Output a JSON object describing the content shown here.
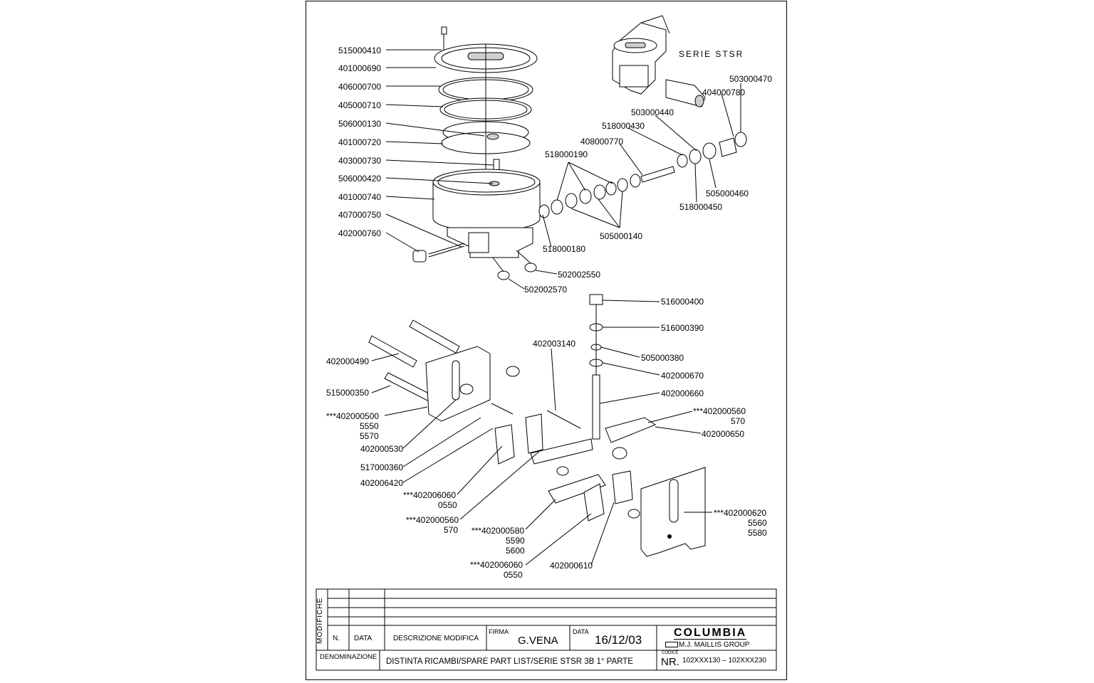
{
  "drawing": {
    "series_title": "SERIE STSR",
    "callouts": {
      "p515000410": "515000410",
      "p401000690": "401000690",
      "p406000700": "406000700",
      "p405000710": "405000710",
      "p506000130": "506000130",
      "p401000720": "401000720",
      "p403000730": "403000730",
      "p506000420": "506000420",
      "p401000740": "401000740",
      "p407000750": "407000750",
      "p402000760": "402000760",
      "p518000180": "518000180",
      "p502002550": "502002550",
      "p502002570": "502002570",
      "p518000190": "518000190",
      "p408000770": "408000770",
      "p518000430": "518000430",
      "p503000440": "503000440",
      "p404000780": "404000780",
      "p503000470": "503000470",
      "p505000460": "505000460",
      "p518000450": "518000450",
      "p505000140": "505000140",
      "p516000400": "516000400",
      "p516000390": "516000390",
      "p505000380": "505000380",
      "p402000670": "402000670",
      "p402000660": "402000660",
      "p402003140": "402003140",
      "p402000490": "402000490",
      "p515000350": "515000350",
      "p402000500": "***402000500",
      "p402000500_a": "5550",
      "p402000500_b": "5570",
      "p402000530": "402000530",
      "p517000360": "517000360",
      "p402006420": "402006420",
      "p402006060a": "***402006060",
      "p402006060a_b": "0550",
      "p402000560a": "***402000560",
      "p402000560a_b": "570",
      "p402000580": "***402000580",
      "p402000580_a": "5590",
      "p402000580_b": "5600",
      "p402006060b": "***402006060",
      "p402006060b_b": "0550",
      "p402000610": "402000610",
      "p402000560b": "***402000560",
      "p402000560b_b": "570",
      "p402000650": "402000650",
      "p402000620": "***402000620",
      "p402000620_a": "5560",
      "p402000620_b": "5580"
    }
  },
  "title_block": {
    "modifiche": "MODIFICHE",
    "col_n": "N.",
    "col_data": "DATA",
    "col_descr": "DESCRIZIONE MODIFICA",
    "firma_label": "FIRMA",
    "firma_value": "G.VENA",
    "data_label": "DATA",
    "data_value": "16/12/03",
    "company": "COLUMBIA",
    "group": "M.J. MAILLIS GROUP",
    "denominazione_label": "DENOMINAZIONE",
    "denominazione_value": "DISTINTA RICAMBI/SPARE PART LIST/SERIE STSR 3B 1° PARTE",
    "codice_label": "CODICE",
    "nr_label": "NR.",
    "nr_value": "102XXX130 – 102XXX230"
  }
}
